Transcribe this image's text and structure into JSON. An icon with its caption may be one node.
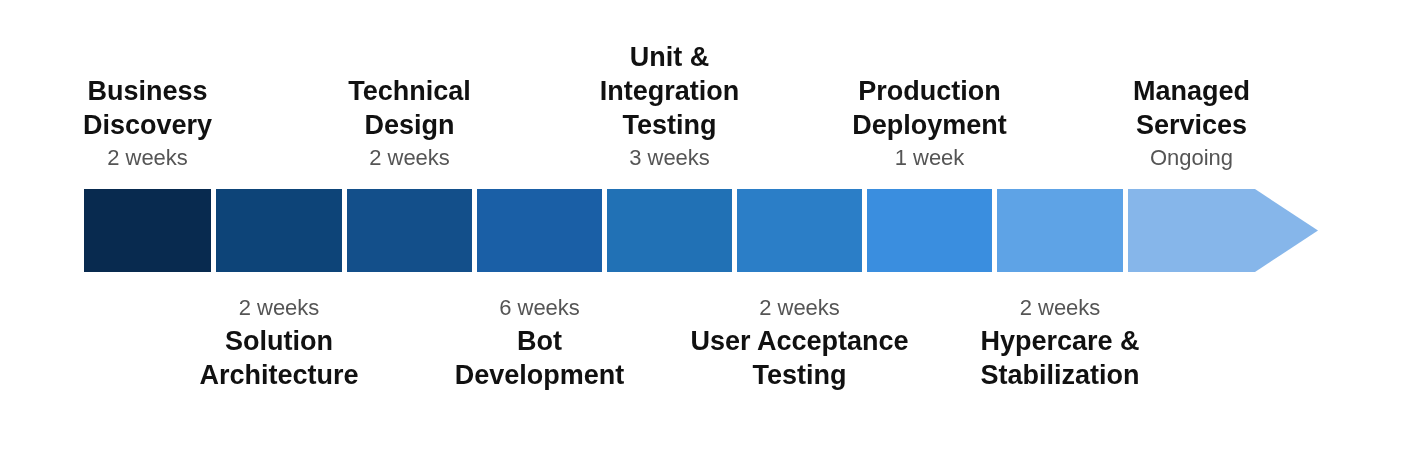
{
  "diagram": {
    "nodes": [
      {
        "text": [
          "Business Discovery"
        ],
        "beside": [
          "2 weeks"
        ]
      },
      {
        "text": [
          "Solution Architecture"
        ],
        "beside": [
          "2 weeks"
        ]
      },
      {
        "text": [
          "Technical Design"
        ],
        "beside": [
          "2 weeks"
        ]
      },
      {
        "text": [
          "Bot Development"
        ],
        "beside": [
          "6 weeks"
        ]
      },
      {
        "text": [
          "Unit & Integration Testing"
        ],
        "beside": [
          "3 weeks"
        ]
      },
      {
        "text": [
          "User Acceptance Testing"
        ],
        "beside": [
          "2 weeks"
        ]
      },
      {
        "text": [
          "Production Deployment"
        ],
        "beside": [
          "1 week"
        ]
      },
      {
        "text": [
          "Hypercare & Stabilization"
        ],
        "beside": [
          "2 weeks"
        ]
      },
      {
        "text": [
          "Managed Services"
        ],
        "beside": [
          "Ongoing"
        ]
      }
    ],
    "edges": []
  }
}
